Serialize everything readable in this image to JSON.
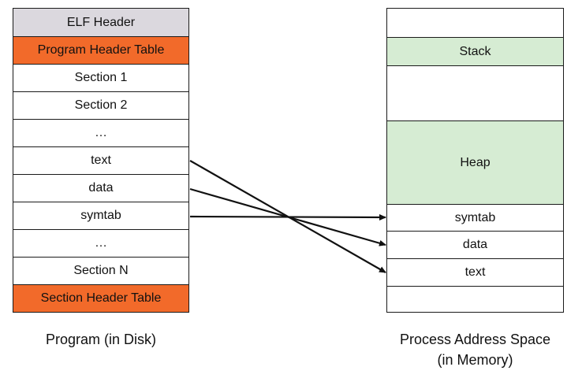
{
  "disk": {
    "caption": "Program (in Disk)",
    "sections": [
      {
        "label": "ELF Header",
        "color": "#dbd8de"
      },
      {
        "label": "Program Header Table",
        "color": "#f26a2a"
      },
      {
        "label": "Section 1",
        "color": "#ffffff"
      },
      {
        "label": "Section 2",
        "color": "#ffffff"
      },
      {
        "label": "…",
        "color": "#ffffff"
      },
      {
        "label": "text",
        "color": "#ffffff"
      },
      {
        "label": "data",
        "color": "#ffffff"
      },
      {
        "label": "symtab",
        "color": "#ffffff"
      },
      {
        "label": "…",
        "color": "#ffffff"
      },
      {
        "label": "Section N",
        "color": "#ffffff"
      },
      {
        "label": "Section Header Table",
        "color": "#f26a2a"
      }
    ]
  },
  "memory": {
    "caption_line1": "Process Address Space",
    "caption_line2": "(in Memory)",
    "regions": [
      {
        "label": "",
        "color": "#ffffff"
      },
      {
        "label": "Stack",
        "color": "#d6ecd3"
      },
      {
        "label": "",
        "color": "#ffffff"
      },
      {
        "label": "Heap",
        "color": "#d6ecd3"
      },
      {
        "label": "symtab",
        "color": "#ffffff"
      },
      {
        "label": "data",
        "color": "#ffffff"
      },
      {
        "label": "text",
        "color": "#ffffff"
      },
      {
        "label": "",
        "color": "#ffffff"
      }
    ]
  },
  "mappings": [
    {
      "from": "text",
      "to": "text"
    },
    {
      "from": "data",
      "to": "data"
    },
    {
      "from": "symtab",
      "to": "symtab"
    }
  ]
}
